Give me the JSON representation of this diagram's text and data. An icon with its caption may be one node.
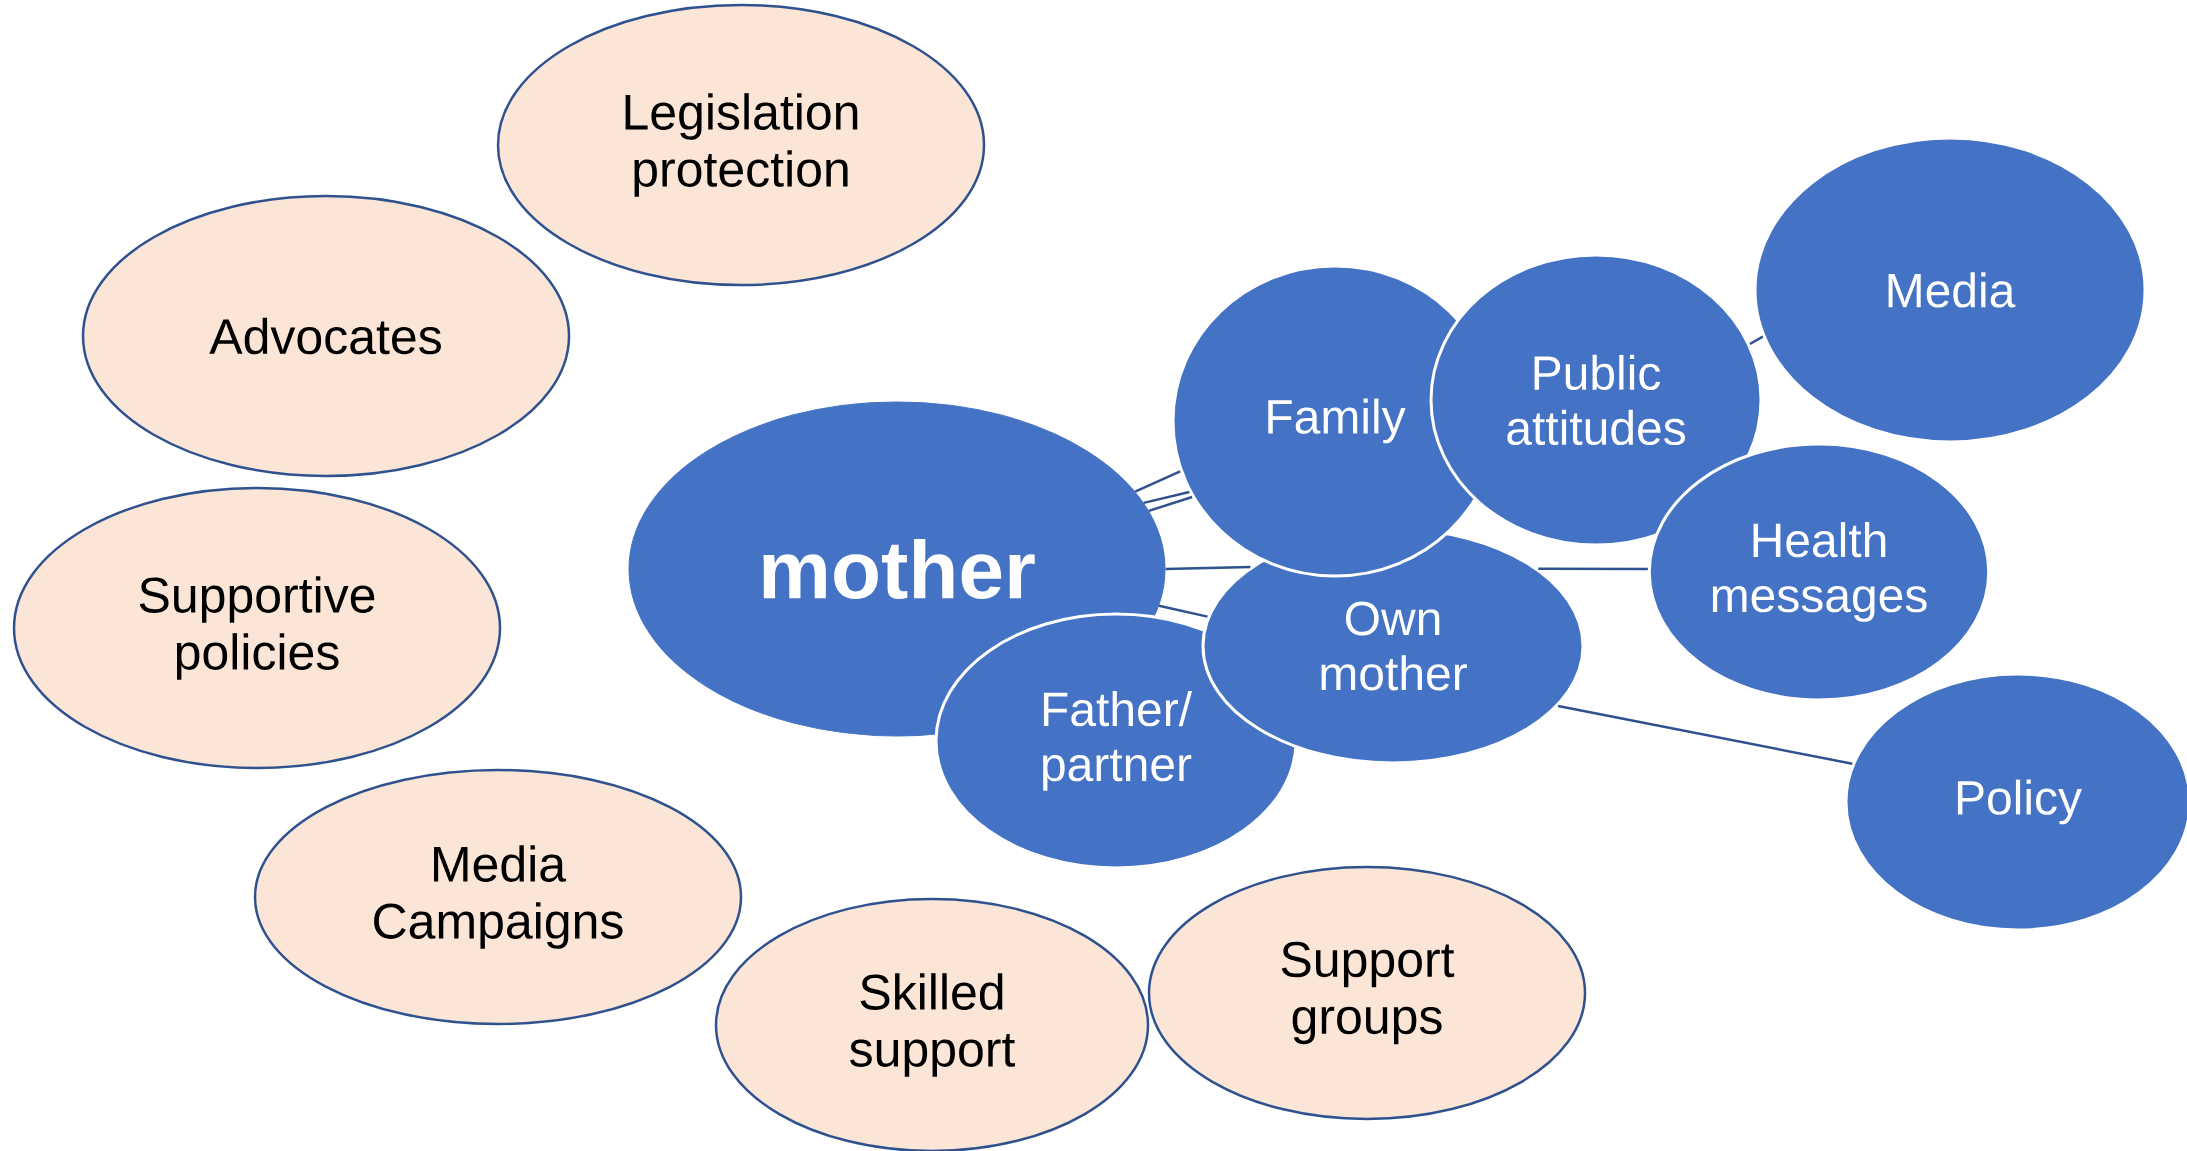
{
  "diagram": {
    "nodes": [
      {
        "text": [
          "Legislation protection"
        ]
      },
      {
        "text": [
          "Advocates"
        ]
      },
      {
        "text": [
          "Media"
        ]
      },
      {
        "text": [
          "Family"
        ]
      },
      {
        "text": [
          "Public attitudes"
        ]
      },
      {
        "text": [
          "mother"
        ]
      },
      {
        "text": [
          "Health messages"
        ]
      },
      {
        "text": [
          "Supportive policies"
        ]
      },
      {
        "text": [
          "Own mother"
        ]
      },
      {
        "text": [
          "Father/ partner"
        ]
      },
      {
        "text": [
          "Policy"
        ]
      },
      {
        "text": [
          "Media Campaigns"
        ]
      },
      {
        "text": [
          "Support groups"
        ]
      },
      {
        "text": [
          "Skilled support"
        ]
      }
    ],
    "edges": [
      {
        "from": 5,
        "to": 3,
        "arrow": "none"
      },
      {
        "from": 5,
        "to": 3,
        "arrow": "none"
      },
      {
        "from": 5,
        "to": 3,
        "arrow": "none"
      },
      {
        "from": 5,
        "to": 8,
        "arrow": "none"
      },
      {
        "from": 8,
        "to": 6,
        "arrow": "none"
      },
      {
        "from": 5,
        "to": 8,
        "arrow": "none"
      },
      {
        "from": 8,
        "to": 10,
        "arrow": "none"
      },
      {
        "from": 4,
        "to": 2,
        "arrow": "none"
      }
    ]
  }
}
